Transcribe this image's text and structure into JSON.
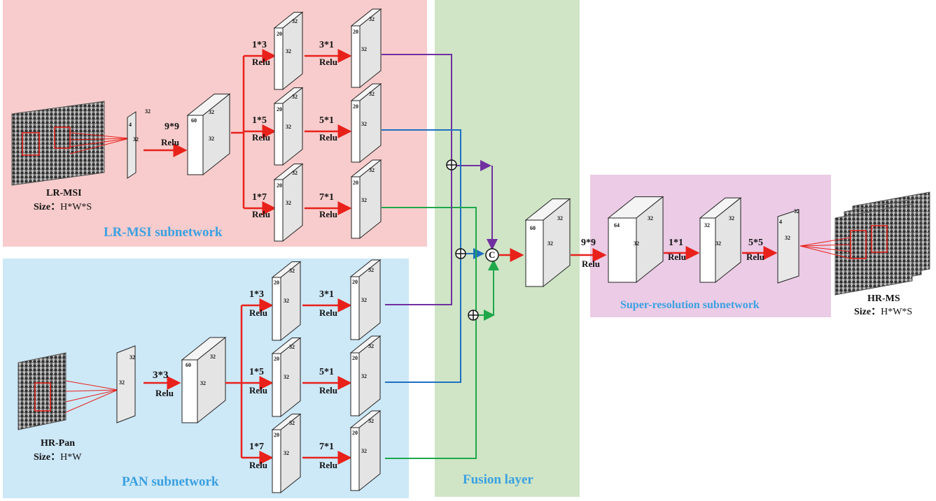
{
  "panels": {
    "lr": "LR-MSI subnetwork",
    "pan": "PAN subnetwork",
    "fusion": "Fusion layer",
    "sr": "Super-resolution subnetwork"
  },
  "inputs": {
    "lr_msi": {
      "name": "LR-MSI",
      "size_label": "Size：",
      "size_value": "H*W*S"
    },
    "hr_pan": {
      "name": "HR-Pan",
      "size_label": "Size：",
      "size_value": "H*W"
    },
    "hr_ms": {
      "name": "HR-MS",
      "size_label": "Size：",
      "size_value": "H*W*S"
    }
  },
  "lr_subnetwork": {
    "input_map": {
      "depth": "4",
      "width": "32",
      "height": "32"
    },
    "conv1": {
      "kernel": "9*9",
      "act": "Relu"
    },
    "map1": {
      "depth": "60",
      "width": "32",
      "height": "32"
    },
    "branches": [
      {
        "k1": "1*3",
        "act1": "Relu",
        "mapA": [
          "20",
          "32",
          "32"
        ],
        "k2": "3*1",
        "act2": "Relu",
        "mapB": [
          "20",
          "32",
          "32"
        ]
      },
      {
        "k1": "1*5",
        "act1": "Relu",
        "mapA": [
          "20",
          "32",
          "32"
        ],
        "k2": "5*1",
        "act2": "Relu",
        "mapB": [
          "20",
          "32",
          "32"
        ]
      },
      {
        "k1": "1*7",
        "act1": "Relu",
        "mapA": [
          "20",
          "32",
          "32"
        ],
        "k2": "7*1",
        "act2": "Relu",
        "mapB": [
          "20",
          "32",
          "32"
        ]
      }
    ]
  },
  "pan_subnetwork": {
    "input_map": {
      "width": "32",
      "height": "32"
    },
    "conv1": {
      "kernel": "3*3",
      "act": "Relu"
    },
    "map1": {
      "depth": "60",
      "width": "32",
      "height": "32"
    },
    "branches": [
      {
        "k1": "1*3",
        "act1": "Relu",
        "mapA": [
          "20",
          "32",
          "32"
        ],
        "k2": "3*1",
        "act2": "Relu",
        "mapB": [
          "20",
          "32",
          "32"
        ]
      },
      {
        "k1": "1*5",
        "act1": "Relu",
        "mapA": [
          "20",
          "32",
          "32"
        ],
        "k2": "5*1",
        "act2": "Relu",
        "mapB": [
          "20",
          "32",
          "32"
        ]
      },
      {
        "k1": "1*7",
        "act1": "Relu",
        "mapA": [
          "20",
          "32",
          "32"
        ],
        "k2": "7*1",
        "act2": "Relu",
        "mapB": [
          "20",
          "32",
          "32"
        ]
      }
    ]
  },
  "fusion": {
    "add_symbol": "⊕",
    "concat_symbol": "C",
    "map": {
      "depth": "60",
      "width": "32",
      "height": "32"
    }
  },
  "sr_subnetwork": {
    "conv1": {
      "kernel": "9*9",
      "act": "Relu"
    },
    "map1": {
      "depth": "64",
      "width": "32",
      "height": "32"
    },
    "conv2": {
      "kernel": "1*1",
      "act": "Relu"
    },
    "map2": {
      "depth": "32",
      "width": "32",
      "height": "32"
    },
    "conv3": {
      "kernel": "5*5",
      "act": "Relu"
    },
    "map3": {
      "depth": "4",
      "width": "32",
      "height": "32"
    }
  },
  "colors": {
    "arrow": "#e8211b",
    "purple": "#7030a0",
    "blue": "#1f6fc0",
    "green": "#1fa84a",
    "title": "#3aa0e0"
  }
}
